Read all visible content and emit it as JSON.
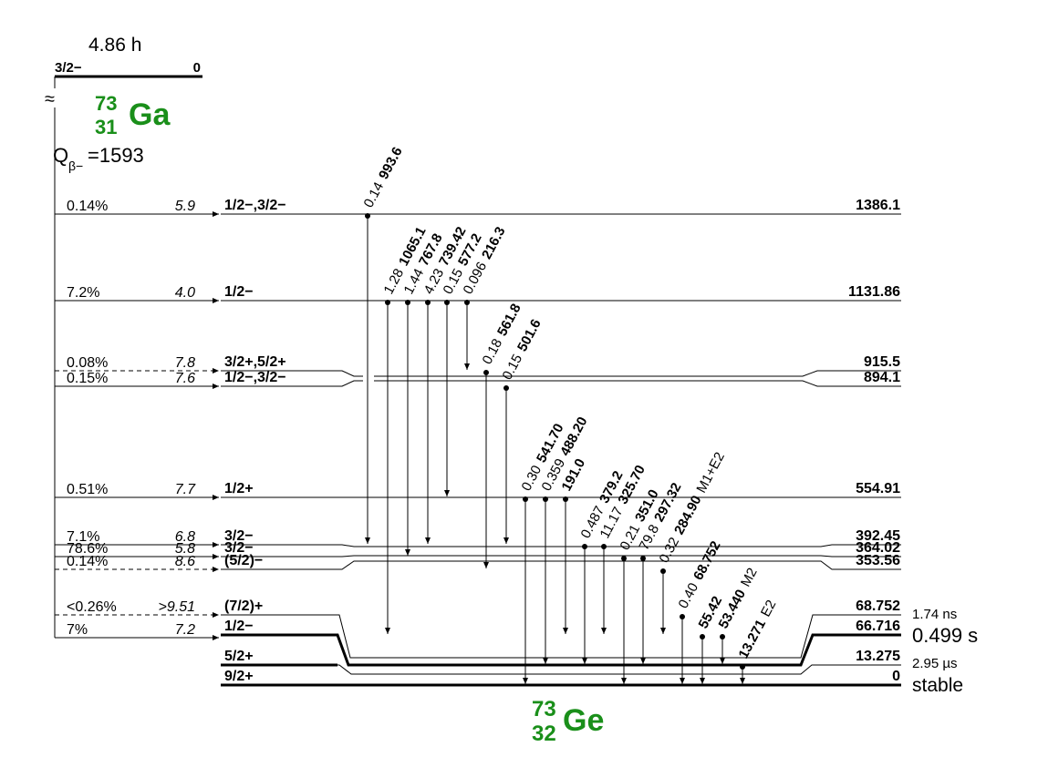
{
  "parent": {
    "halflife": "4.86 h",
    "spin": "3/2−",
    "energy": "0",
    "mass": "73",
    "z": "31",
    "symbol": "Ga",
    "q_label": "Q",
    "q_sub": "β−",
    "q_value": "=1593"
  },
  "daughter": {
    "mass": "73",
    "z": "32",
    "symbol": "Ge"
  },
  "colors": {
    "nuclide": "#1a8f1a",
    "line": "#000000"
  },
  "break_symbol": "≈",
  "levels": [
    {
      "energy": "1386.1",
      "spin": "1/2−,3/2−",
      "feed": "0.14%",
      "logft": "5.9",
      "halflife": ""
    },
    {
      "energy": "1131.86",
      "spin": "1/2−",
      "feed": "7.2%",
      "logft": "4.0",
      "halflife": ""
    },
    {
      "energy": "915.5",
      "spin": "3/2+,5/2+",
      "feed": "0.08%",
      "logft": "7.8",
      "halflife": ""
    },
    {
      "energy": "894.1",
      "spin": "1/2−,3/2−",
      "feed": "0.15%",
      "logft": "7.6",
      "halflife": ""
    },
    {
      "energy": "554.91",
      "spin": "1/2+",
      "feed": "0.51%",
      "logft": "7.7",
      "halflife": ""
    },
    {
      "energy": "392.45",
      "spin": "3/2−",
      "feed": "7.1%",
      "logft": "6.8",
      "halflife": ""
    },
    {
      "energy": "364.02",
      "spin": "3/2−",
      "feed": "78.6%",
      "logft": "5.8",
      "halflife": ""
    },
    {
      "energy": "353.56",
      "spin": "(5/2)−",
      "feed": "0.14%",
      "logft": "8.6",
      "halflife": ""
    },
    {
      "energy": "68.752",
      "spin": "(7/2)+",
      "feed": "<0.26%",
      "logft": ">9.51",
      "halflife": "1.74 ns"
    },
    {
      "energy": "66.716",
      "spin": "1/2−",
      "feed": "7%",
      "logft": "7.2",
      "halflife": "0.499 s"
    },
    {
      "energy": "13.275",
      "spin": "5/2+",
      "feed": "",
      "logft": "",
      "halflife": "2.95 µs"
    },
    {
      "energy": "0",
      "spin": "9/2+",
      "feed": "",
      "logft": "",
      "halflife": "stable"
    }
  ],
  "gammas": [
    {
      "intensity": "0.14",
      "energy": "993.6",
      "mult": ""
    },
    {
      "intensity": "1.28",
      "energy": "1065.1",
      "mult": ""
    },
    {
      "intensity": "1.44",
      "energy": "767.8",
      "mult": ""
    },
    {
      "intensity": "4.23",
      "energy": "739.42",
      "mult": ""
    },
    {
      "intensity": "0.15",
      "energy": "577.2",
      "mult": ""
    },
    {
      "intensity": "0.096",
      "energy": "216.3",
      "mult": ""
    },
    {
      "intensity": "0.18",
      "energy": "561.8",
      "mult": ""
    },
    {
      "intensity": "0.15",
      "energy": "501.6",
      "mult": ""
    },
    {
      "intensity": "0.30",
      "energy": "541.70",
      "mult": ""
    },
    {
      "intensity": "0.359",
      "energy": "488.20",
      "mult": ""
    },
    {
      "intensity": "",
      "energy": "191.0",
      "mult": ""
    },
    {
      "intensity": "0.487",
      "energy": "379.2",
      "mult": ""
    },
    {
      "intensity": "11.17",
      "energy": "325.70",
      "mult": ""
    },
    {
      "intensity": "0.21",
      "energy": "351.0",
      "mult": ""
    },
    {
      "intensity": "79.8",
      "energy": "297.32",
      "mult": ""
    },
    {
      "intensity": "0.32",
      "energy": "284.90",
      "mult": "M1+E2"
    },
    {
      "intensity": "0.40",
      "energy": "68.752",
      "mult": ""
    },
    {
      "intensity": "",
      "energy": "55.42",
      "mult": ""
    },
    {
      "intensity": "",
      "energy": "53.440",
      "mult": "M2"
    },
    {
      "intensity": "",
      "energy": "13.271",
      "mult": "E2"
    }
  ]
}
